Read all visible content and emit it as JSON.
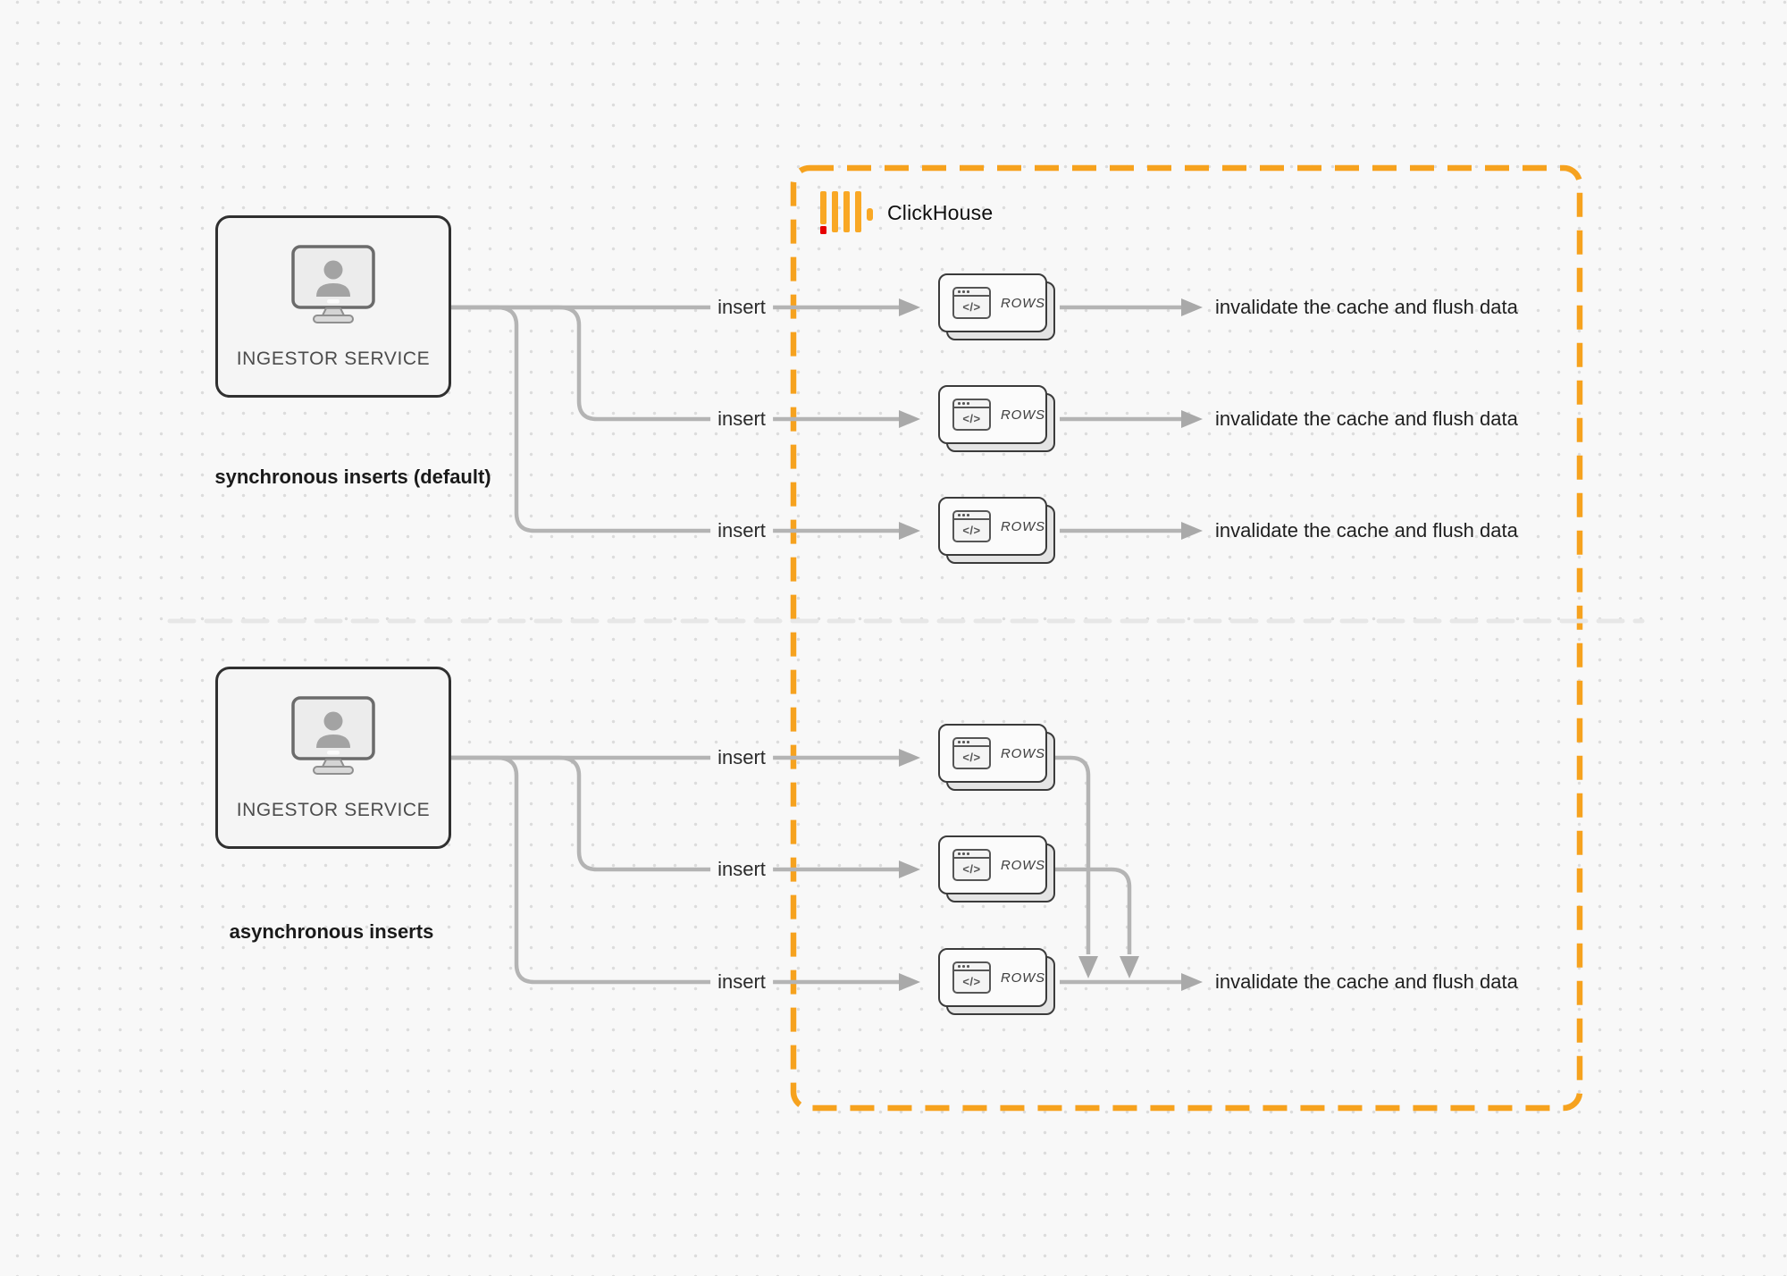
{
  "diagram": {
    "sync_section": {
      "service_box": {
        "label": "INGESTOR SERVICE"
      },
      "caption": "synchronous inserts (default)",
      "inserts": [
        "insert",
        "insert",
        "insert"
      ],
      "outcomes": [
        "invalidate the cache and flush data",
        "invalidate the cache and flush data",
        "invalidate the cache and flush data"
      ]
    },
    "async_section": {
      "service_box": {
        "label": "INGESTOR SERVICE"
      },
      "caption": "asynchronous inserts",
      "inserts": [
        "insert",
        "insert",
        "insert"
      ],
      "outcome": "invalidate the cache and flush data"
    },
    "clickhouse_box": {
      "title": "ClickHouse",
      "rows_card_label": "ROWS",
      "code_icon_glyph": "</>"
    }
  },
  "colors": {
    "accent_orange": "#F6A21E",
    "logo_yellow": "#F9A825",
    "logo_red": "#E60000",
    "line_gray": "#b4b4b4",
    "arrow_gray": "#a9a9a9",
    "divider_gray": "#e7e7e7",
    "text_dark": "#1a1a1a"
  }
}
